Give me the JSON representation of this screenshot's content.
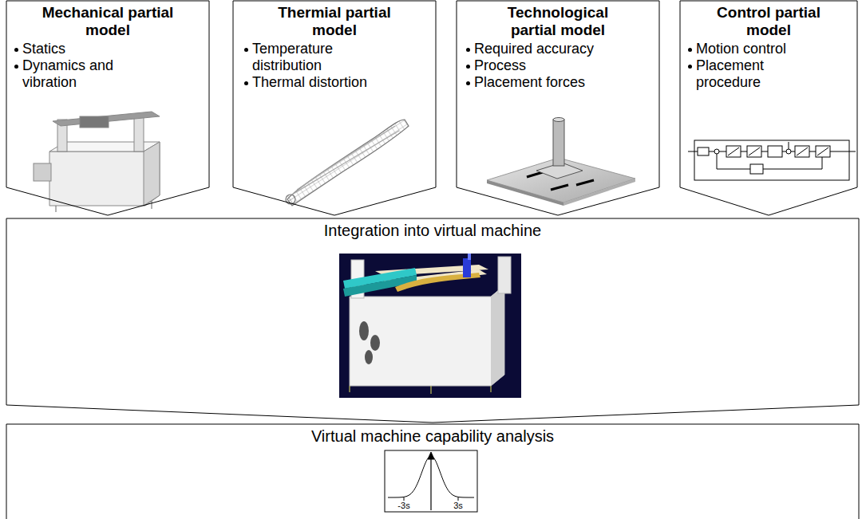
{
  "diagram": {
    "nodes": [
      {
        "text": [
          "Mechanical partial model",
          "Statics",
          "Dynamics and vibration"
        ]
      },
      {
        "text": [
          "Thermial partial model",
          "Temperature distribution",
          "Thermal distortion"
        ]
      },
      {
        "text": [
          "Technological partial model",
          "Required accuracy",
          "Process",
          "Placement forces"
        ]
      },
      {
        "text": [
          "Control partial model",
          "Motion control",
          "Placement procedure"
        ]
      },
      {
        "text": [
          "Integration into virtual machine"
        ]
      },
      {
        "text": [
          "Virtual machine capability analysis"
        ]
      }
    ],
    "labels": [
      "-3s",
      "3s"
    ]
  }
}
